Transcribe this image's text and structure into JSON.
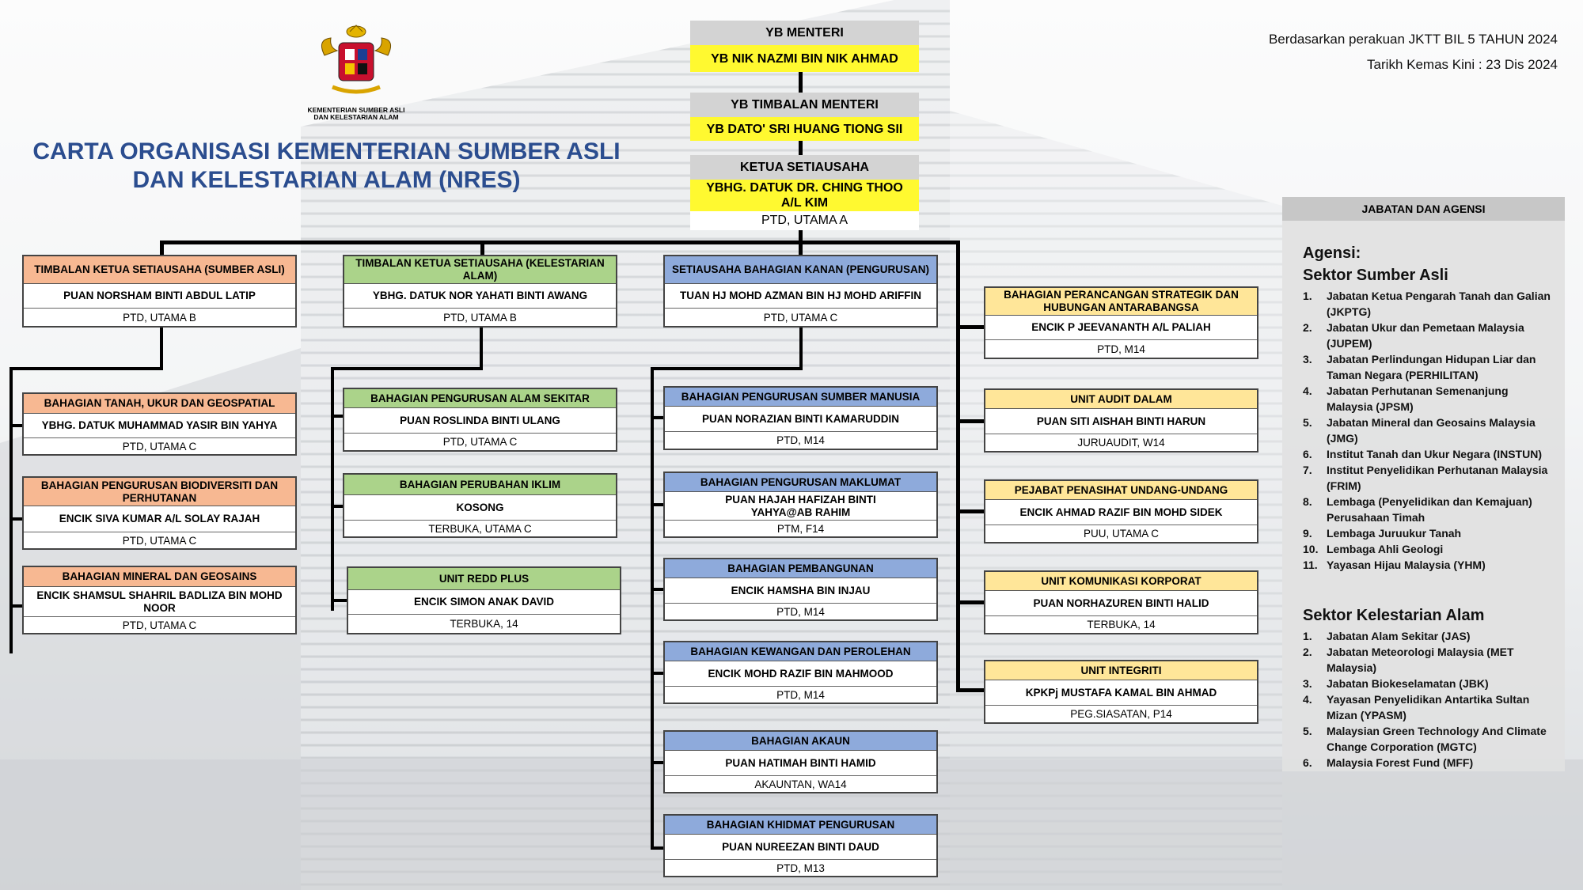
{
  "logo_caption": "KEMENTERIAN SUMBER ASLI DAN KELESTARIAN ALAM",
  "title": "CARTA ORGANISASI KEMENTERIAN SUMBER ASLI DAN KELESTARIAN ALAM (NRES)",
  "ref_note": "Berdasarkan perakuan JKTT BIL 5 TAHUN 2024",
  "update_date": "Tarikh Kemas Kini : 23 Dis 2024",
  "colors": {
    "orange": "#f7b892",
    "green": "#abd38a",
    "blue": "#8eaadb",
    "yellow": "#ffe699",
    "highlight": "#fff930",
    "title": "#2b4d8f"
  },
  "top": [
    {
      "label": "YB MENTERI",
      "name": "YB NIK NAZMI BIN NIK AHMAD"
    },
    {
      "label": "YB TIMBALAN MENTERI",
      "name": "YB DATO' SRI HUANG TIONG SII"
    },
    {
      "label": "KETUA SETIAUSAHA",
      "name": "YBHG. DATUK DR. CHING THOO A/L KIM",
      "grade": "PTD, UTAMA A"
    }
  ],
  "heads": [
    {
      "title": "TIMBALAN KETUA SETIAUSAHA (SUMBER ASLI)",
      "name": "PUAN NORSHAM BINTI ABDUL LATIP",
      "grade": "PTD, UTAMA B"
    },
    {
      "title": "TIMBALAN KETUA SETIAUSAHA (KELESTARIAN ALAM)",
      "name": "YBHG. DATUK NOR YAHATI BINTI AWANG",
      "grade": "PTD, UTAMA B"
    },
    {
      "title": "SETIAUSAHA BAHAGIAN KANAN (PENGURUSAN)",
      "name": "TUAN HJ MOHD AZMAN BIN HJ MOHD ARIFFIN",
      "grade": "PTD, UTAMA C"
    }
  ],
  "col1": [
    {
      "title": "BAHAGIAN TANAH, UKUR DAN GEOSPATIAL",
      "name": "YBHG. DATUK MUHAMMAD YASIR BIN YAHYA",
      "grade": "PTD, UTAMA C"
    },
    {
      "title": "BAHAGIAN PENGURUSAN BIODIVERSITI DAN PERHUTANAN",
      "name": "ENCIK SIVA KUMAR A/L SOLAY RAJAH",
      "grade": "PTD, UTAMA C"
    },
    {
      "title": "BAHAGIAN MINERAL DAN GEOSAINS",
      "name": "ENCIK SHAMSUL SHAHRIL BADLIZA BIN MOHD NOOR",
      "grade": "PTD, UTAMA C"
    }
  ],
  "col2": [
    {
      "title": "BAHAGIAN PENGURUSAN ALAM SEKITAR",
      "name": "PUAN ROSLINDA BINTI ULANG",
      "grade": "PTD, UTAMA C"
    },
    {
      "title": "BAHAGIAN PERUBAHAN IKLIM",
      "name": "KOSONG",
      "grade": "TERBUKA, UTAMA C"
    },
    {
      "title": "UNIT REDD PLUS",
      "name": "ENCIK SIMON ANAK DAVID",
      "grade": "TERBUKA, 14"
    }
  ],
  "col3": [
    {
      "title": "BAHAGIAN PENGURUSAN SUMBER MANUSIA",
      "name": "PUAN NORAZIAN BINTI KAMARUDDIN",
      "grade": "PTD, M14"
    },
    {
      "title": "BAHAGIAN PENGURUSAN MAKLUMAT",
      "name": "PUAN HAJAH HAFIZAH BINTI YAHYA@AB RAHIM",
      "grade": "PTM, F14"
    },
    {
      "title": "BAHAGIAN PEMBANGUNAN",
      "name": "ENCIK HAMSHA BIN INJAU",
      "grade": "PTD, M14"
    },
    {
      "title": "BAHAGIAN KEWANGAN DAN PEROLEHAN",
      "name": "ENCIK MOHD RAZIF BIN MAHMOOD",
      "grade": "PTD, M14"
    },
    {
      "title": "BAHAGIAN AKAUN",
      "name": "PUAN HATIMAH BINTI HAMID",
      "grade": "AKAUNTAN, WA14"
    },
    {
      "title": "BAHAGIAN KHIDMAT PENGURUSAN",
      "name": "PUAN NUREEZAN BINTI DAUD",
      "grade": "PTD, M13"
    }
  ],
  "col4": [
    {
      "title": "BAHAGIAN PERANCANGAN STRATEGIK DAN HUBUNGAN ANTARABANGSA",
      "name": "ENCIK P JEEVANANTH A/L PALIAH",
      "grade": "PTD, M14"
    },
    {
      "title": "UNIT AUDIT DALAM",
      "name": "PUAN SITI AISHAH BINTI HARUN",
      "grade": "JURUAUDIT, W14"
    },
    {
      "title": "PEJABAT PENASIHAT UNDANG-UNDANG",
      "name": "ENCIK AHMAD RAZIF BIN MOHD SIDEK",
      "grade": "PUU, UTAMA C"
    },
    {
      "title": "UNIT KOMUNIKASI KORPORAT",
      "name": "PUAN NORHAZUREN BINTI HALID",
      "grade": "TERBUKA, 14"
    },
    {
      "title": "UNIT INTEGRITI",
      "name": "KPKPj MUSTAFA KAMAL BIN AHMAD",
      "grade": "PEG.SIASATAN, P14"
    }
  ],
  "panel": {
    "header": "JABATAN DAN AGENSI",
    "agensi_label": "Agensi:",
    "sector1_title": "Sektor Sumber Asli",
    "sector1": [
      "Jabatan Ketua Pengarah Tanah dan Galian (JKPTG)",
      "Jabatan Ukur dan Pemetaan Malaysia (JUPEM)",
      "Jabatan Perlindungan Hidupan Liar dan Taman Negara (PERHILITAN)",
      "Jabatan Perhutanan Semenanjung Malaysia (JPSM)",
      "Jabatan Mineral dan Geosains Malaysia (JMG)",
      "Institut Tanah dan Ukur Negara (INSTUN)",
      "Institut Penyelidikan Perhutanan Malaysia (FRIM)",
      "Lembaga (Penyelidikan dan Kemajuan) Perusahaan Timah",
      "Lembaga Juruukur Tanah",
      "Lembaga Ahli Geologi",
      "Yayasan Hijau Malaysia (YHM)"
    ],
    "sector2_title": "Sektor Kelestarian Alam",
    "sector2": [
      "Jabatan Alam Sekitar (JAS)",
      "Jabatan Meteorologi Malaysia (MET Malaysia)",
      "Jabatan Biokeselamatan (JBK)",
      "Yayasan Penyelidikan Antartika Sultan Mizan (YPASM)",
      "Malaysian Green Technology And Climate Change Corporation (MGTC)",
      "Malaysia Forest Fund (MFF)"
    ]
  }
}
